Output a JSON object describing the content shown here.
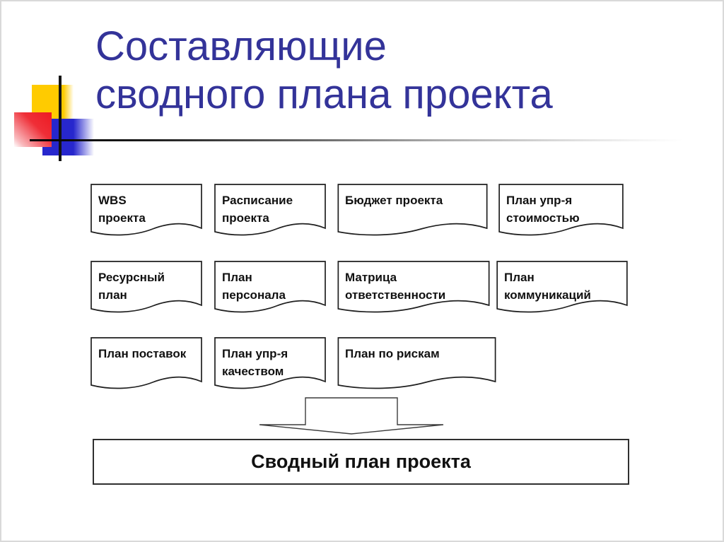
{
  "slide": {
    "title": "Составляющие\nсводного плана проекта"
  },
  "diagram": {
    "documents": [
      {
        "label": "WBS\nпроекта"
      },
      {
        "label": "Расписание\nпроекта"
      },
      {
        "label": "Бюджет проекта"
      },
      {
        "label": "План упр-я\nстоимостью"
      },
      {
        "label": "Ресурсный\nплан"
      },
      {
        "label": "План\nперсонала"
      },
      {
        "label": "Матрица\nответственности"
      },
      {
        "label": "План\nкоммуникаций"
      },
      {
        "label": "План поставок"
      },
      {
        "label": "План упр-я\nкачеством"
      },
      {
        "label": "План по рискам"
      }
    ],
    "result_label": "Сводный план проекта"
  },
  "icons": {
    "document_shape": "document-shape",
    "arrow": "down-arrow"
  },
  "colors": {
    "title_text": "#333399",
    "accent_yellow": "#ffcb00",
    "accent_blue": "#2727cd",
    "accent_red": "#ee1c25",
    "shape_stroke": "#1f1f1f",
    "background": "#ffffff"
  }
}
